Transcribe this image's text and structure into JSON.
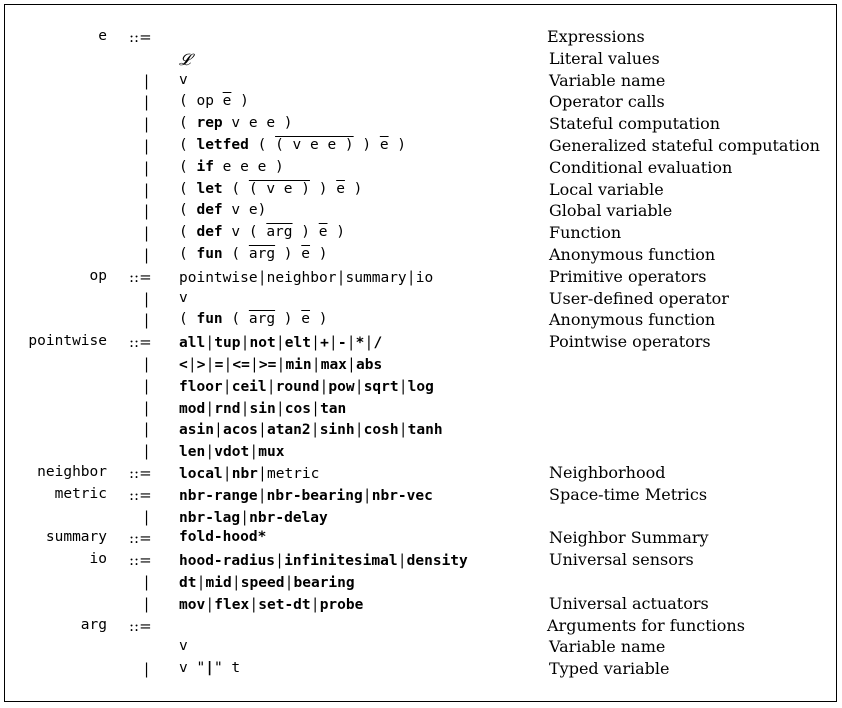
{
  "grammar": [
    {
      "nt": "e",
      "op": "::=",
      "bar": "",
      "rhs": [],
      "desc": "Expressions",
      "descClass": "first"
    },
    {
      "nt": "",
      "op": "",
      "bar": "",
      "rhs": [
        {
          "t": "𝓛",
          "c": "serif"
        }
      ],
      "desc": "Literal values"
    },
    {
      "nt": "",
      "op": "",
      "bar": "|",
      "rhs": [
        {
          "t": "v"
        }
      ],
      "desc": "Variable name"
    },
    {
      "nt": "",
      "op": "",
      "bar": "|",
      "rhs": [
        {
          "t": "( op "
        },
        {
          "t": "e",
          "c": "ovl"
        },
        {
          "t": " )"
        }
      ],
      "desc": "Operator calls"
    },
    {
      "nt": "",
      "op": "",
      "bar": "|",
      "rhs": [
        {
          "t": "( "
        },
        {
          "t": "rep",
          "c": "kw"
        },
        {
          "t": " v e e )"
        }
      ],
      "desc": "Stateful computation"
    },
    {
      "nt": "",
      "op": "",
      "bar": "|",
      "rhs": [
        {
          "t": "( "
        },
        {
          "t": "letfed",
          "c": "kw"
        },
        {
          "t": " ( "
        },
        {
          "t": "( v e e )",
          "c": "ovl"
        },
        {
          "t": " ) "
        },
        {
          "t": "e",
          "c": "ovl"
        },
        {
          "t": " )"
        }
      ],
      "desc": "Generalized stateful computation"
    },
    {
      "nt": "",
      "op": "",
      "bar": "|",
      "rhs": [
        {
          "t": "( "
        },
        {
          "t": "if",
          "c": "kw"
        },
        {
          "t": " e e e )"
        }
      ],
      "desc": "Conditional evaluation"
    },
    {
      "nt": "",
      "op": "",
      "bar": "|",
      "rhs": [
        {
          "t": "( "
        },
        {
          "t": "let",
          "c": "kw"
        },
        {
          "t": " ( "
        },
        {
          "t": "( v e )",
          "c": "ovl"
        },
        {
          "t": " ) "
        },
        {
          "t": "e",
          "c": "ovl"
        },
        {
          "t": " )"
        }
      ],
      "desc": "Local variable"
    },
    {
      "nt": "",
      "op": "",
      "bar": "|",
      "rhs": [
        {
          "t": "( "
        },
        {
          "t": "def",
          "c": "kw"
        },
        {
          "t": " v e)"
        }
      ],
      "desc": "Global variable"
    },
    {
      "nt": "",
      "op": "",
      "bar": "|",
      "rhs": [
        {
          "t": "( "
        },
        {
          "t": "def",
          "c": "kw"
        },
        {
          "t": " v ( "
        },
        {
          "t": "arg",
          "c": "ovl"
        },
        {
          "t": " ) "
        },
        {
          "t": "e",
          "c": "ovl"
        },
        {
          "t": " )"
        }
      ],
      "desc": "Function"
    },
    {
      "nt": "",
      "op": "",
      "bar": "|",
      "rhs": [
        {
          "t": "( "
        },
        {
          "t": "fun",
          "c": "kw"
        },
        {
          "t": " ( "
        },
        {
          "t": "arg",
          "c": "ovl"
        },
        {
          "t": " ) "
        },
        {
          "t": "e",
          "c": "ovl"
        },
        {
          "t": " )"
        }
      ],
      "desc": "Anonymous function"
    },
    {
      "nt": "op",
      "op": "::=",
      "bar": "",
      "rhs": [
        {
          "t": "pointwise"
        },
        {
          "t": "|",
          "c": "sep"
        },
        {
          "t": "neighbor"
        },
        {
          "t": "|",
          "c": "sep"
        },
        {
          "t": "summary"
        },
        {
          "t": "|",
          "c": "sep"
        },
        {
          "t": "io"
        }
      ],
      "desc": "Primitive operators"
    },
    {
      "nt": "",
      "op": "",
      "bar": "|",
      "rhs": [
        {
          "t": "v"
        }
      ],
      "desc": "User-defined operator"
    },
    {
      "nt": "",
      "op": "",
      "bar": "|",
      "rhs": [
        {
          "t": "( "
        },
        {
          "t": "fun",
          "c": "kw"
        },
        {
          "t": " ( "
        },
        {
          "t": "arg",
          "c": "ovl"
        },
        {
          "t": " ) "
        },
        {
          "t": "e",
          "c": "ovl"
        },
        {
          "t": " )"
        }
      ],
      "desc": "Anonymous function"
    },
    {
      "nt": "pointwise",
      "op": "::=",
      "bar": "",
      "rhs": [
        {
          "t": "all",
          "c": "kw"
        },
        {
          "t": "|",
          "c": "sep"
        },
        {
          "t": "tup",
          "c": "kw"
        },
        {
          "t": "|",
          "c": "sep"
        },
        {
          "t": "not",
          "c": "kw"
        },
        {
          "t": "|",
          "c": "sep"
        },
        {
          "t": "elt",
          "c": "kw"
        },
        {
          "t": "|",
          "c": "sep"
        },
        {
          "t": "+",
          "c": "kw"
        },
        {
          "t": "|",
          "c": "sep"
        },
        {
          "t": "-",
          "c": "kw"
        },
        {
          "t": "|",
          "c": "sep"
        },
        {
          "t": "*",
          "c": "kw"
        },
        {
          "t": "|",
          "c": "sep"
        },
        {
          "t": "/",
          "c": "kw"
        }
      ],
      "desc": "Pointwise operators"
    },
    {
      "nt": "",
      "op": "",
      "bar": "|",
      "rhs": [
        {
          "t": "<",
          "c": "kw"
        },
        {
          "t": "|",
          "c": "sep"
        },
        {
          "t": ">",
          "c": "kw"
        },
        {
          "t": "|",
          "c": "sep"
        },
        {
          "t": "=",
          "c": "kw"
        },
        {
          "t": "|",
          "c": "sep"
        },
        {
          "t": "<=",
          "c": "kw"
        },
        {
          "t": "|",
          "c": "sep"
        },
        {
          "t": ">=",
          "c": "kw"
        },
        {
          "t": "|",
          "c": "sep"
        },
        {
          "t": "min",
          "c": "kw"
        },
        {
          "t": "|",
          "c": "sep"
        },
        {
          "t": "max",
          "c": "kw"
        },
        {
          "t": "|",
          "c": "sep"
        },
        {
          "t": "abs",
          "c": "kw"
        }
      ],
      "desc": ""
    },
    {
      "nt": "",
      "op": "",
      "bar": "|",
      "rhs": [
        {
          "t": "floor",
          "c": "kw"
        },
        {
          "t": "|",
          "c": "sep"
        },
        {
          "t": "ceil",
          "c": "kw"
        },
        {
          "t": "|",
          "c": "sep"
        },
        {
          "t": "round",
          "c": "kw"
        },
        {
          "t": "|",
          "c": "sep"
        },
        {
          "t": "pow",
          "c": "kw"
        },
        {
          "t": "|",
          "c": "sep"
        },
        {
          "t": "sqrt",
          "c": "kw"
        },
        {
          "t": "|",
          "c": "sep"
        },
        {
          "t": "log",
          "c": "kw"
        }
      ],
      "desc": ""
    },
    {
      "nt": "",
      "op": "",
      "bar": "|",
      "rhs": [
        {
          "t": "mod",
          "c": "kw"
        },
        {
          "t": "|",
          "c": "sep"
        },
        {
          "t": "rnd",
          "c": "kw"
        },
        {
          "t": "|",
          "c": "sep"
        },
        {
          "t": "sin",
          "c": "kw"
        },
        {
          "t": "|",
          "c": "sep"
        },
        {
          "t": "cos",
          "c": "kw"
        },
        {
          "t": "|",
          "c": "sep"
        },
        {
          "t": "tan",
          "c": "kw"
        }
      ],
      "desc": ""
    },
    {
      "nt": "",
      "op": "",
      "bar": "|",
      "rhs": [
        {
          "t": "asin",
          "c": "kw"
        },
        {
          "t": "|",
          "c": "sep"
        },
        {
          "t": "acos",
          "c": "kw"
        },
        {
          "t": "|",
          "c": "sep"
        },
        {
          "t": "atan2",
          "c": "kw"
        },
        {
          "t": "|",
          "c": "sep"
        },
        {
          "t": "sinh",
          "c": "kw"
        },
        {
          "t": "|",
          "c": "sep"
        },
        {
          "t": "cosh",
          "c": "kw"
        },
        {
          "t": "|",
          "c": "sep"
        },
        {
          "t": "tanh",
          "c": "kw"
        }
      ],
      "desc": ""
    },
    {
      "nt": "",
      "op": "",
      "bar": "|",
      "rhs": [
        {
          "t": "len",
          "c": "kw"
        },
        {
          "t": "|",
          "c": "sep"
        },
        {
          "t": "vdot",
          "c": "kw"
        },
        {
          "t": "|",
          "c": "sep"
        },
        {
          "t": "mux",
          "c": "kw"
        }
      ],
      "desc": ""
    },
    {
      "nt": "neighbor",
      "op": "::=",
      "bar": "",
      "rhs": [
        {
          "t": "local",
          "c": "kw"
        },
        {
          "t": "|",
          "c": "sep"
        },
        {
          "t": "nbr",
          "c": "kw"
        },
        {
          "t": "|",
          "c": "sep"
        },
        {
          "t": "metric"
        }
      ],
      "desc": "Neighborhood"
    },
    {
      "nt": "metric",
      "op": "::=",
      "bar": "",
      "rhs": [
        {
          "t": "nbr-range",
          "c": "kw"
        },
        {
          "t": "|",
          "c": "sep"
        },
        {
          "t": "nbr-bearing",
          "c": "kw"
        },
        {
          "t": "|",
          "c": "sep"
        },
        {
          "t": "nbr-vec",
          "c": "kw"
        }
      ],
      "desc": "Space-time Metrics"
    },
    {
      "nt": "",
      "op": "",
      "bar": "|",
      "rhs": [
        {
          "t": "nbr-lag",
          "c": "kw"
        },
        {
          "t": "|",
          "c": "sep"
        },
        {
          "t": "nbr-delay",
          "c": "kw"
        }
      ],
      "desc": ""
    },
    {
      "nt": "summary",
      "op": "::=",
      "bar": "",
      "rhs": [
        {
          "t": "fold-hood*",
          "c": "kw"
        }
      ],
      "desc": "Neighbor Summary"
    },
    {
      "nt": "io",
      "op": "::=",
      "bar": "",
      "rhs": [
        {
          "t": "hood-radius",
          "c": "kw"
        },
        {
          "t": "|",
          "c": "sep"
        },
        {
          "t": "infinitesimal",
          "c": "kw"
        },
        {
          "t": "|",
          "c": "sep"
        },
        {
          "t": "density",
          "c": "kw"
        }
      ],
      "desc": "Universal sensors"
    },
    {
      "nt": "",
      "op": "",
      "bar": "|",
      "rhs": [
        {
          "t": "dt",
          "c": "kw"
        },
        {
          "t": "|",
          "c": "sep"
        },
        {
          "t": "mid",
          "c": "kw"
        },
        {
          "t": "|",
          "c": "sep"
        },
        {
          "t": "speed",
          "c": "kw"
        },
        {
          "t": "|",
          "c": "sep"
        },
        {
          "t": "bearing",
          "c": "kw"
        }
      ],
      "desc": ""
    },
    {
      "nt": "",
      "op": "",
      "bar": "|",
      "rhs": [
        {
          "t": "mov",
          "c": "kw"
        },
        {
          "t": "|",
          "c": "sep"
        },
        {
          "t": "flex",
          "c": "kw"
        },
        {
          "t": "|",
          "c": "sep"
        },
        {
          "t": "set-dt",
          "c": "kw"
        },
        {
          "t": "|",
          "c": "sep"
        },
        {
          "t": "probe",
          "c": "kw"
        }
      ],
      "desc": "Universal actuators"
    },
    {
      "nt": "arg",
      "op": "::=",
      "bar": "",
      "rhs": [],
      "desc": "Arguments for functions",
      "descClass": "first"
    },
    {
      "nt": "",
      "op": "",
      "bar": "",
      "rhs": [
        {
          "t": "v"
        }
      ],
      "desc": "Variable name"
    },
    {
      "nt": "",
      "op": "",
      "bar": "|",
      "rhs": [
        {
          "t": "v \""
        },
        {
          "t": "|",
          "c": "kw"
        },
        {
          "t": "\" t"
        }
      ],
      "desc": "Typed variable"
    }
  ]
}
